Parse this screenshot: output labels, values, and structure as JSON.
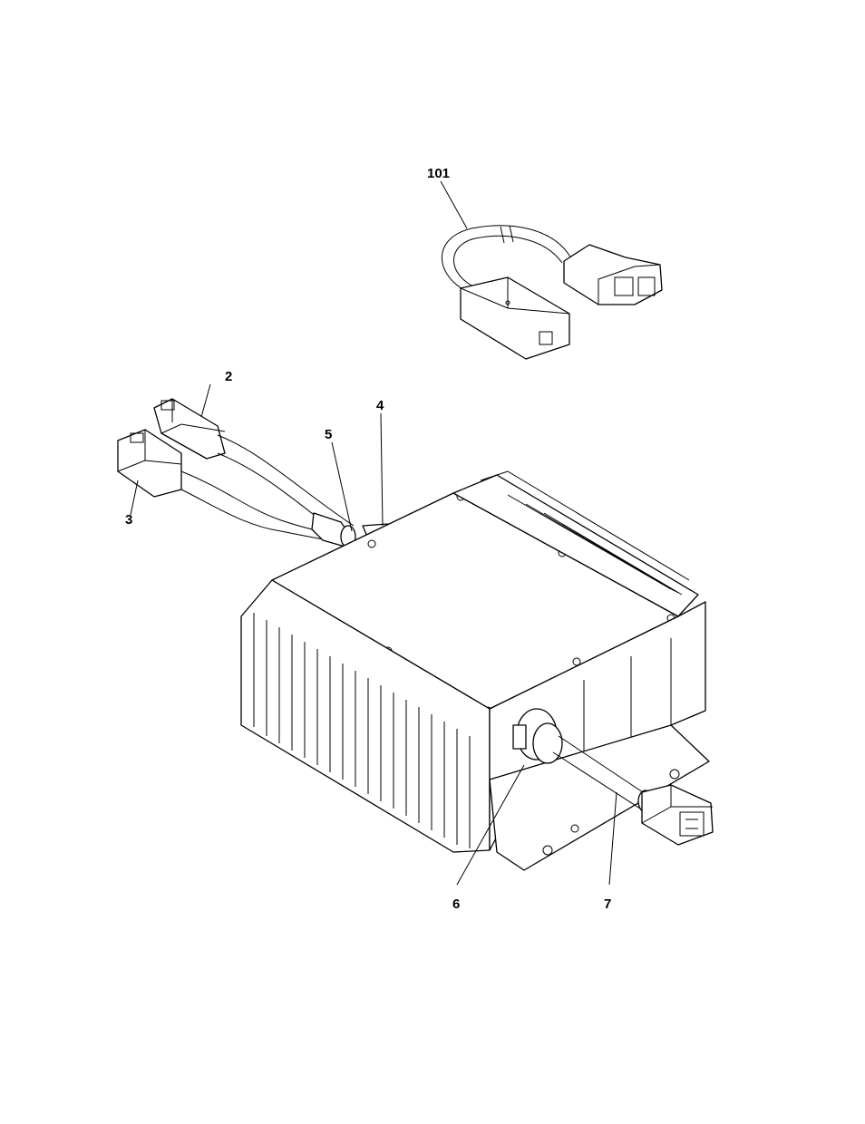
{
  "callouts": {
    "c101": "101",
    "c2": "2",
    "c3": "3",
    "c4": "4",
    "c5": "5",
    "c6": "6",
    "c7": "7"
  }
}
